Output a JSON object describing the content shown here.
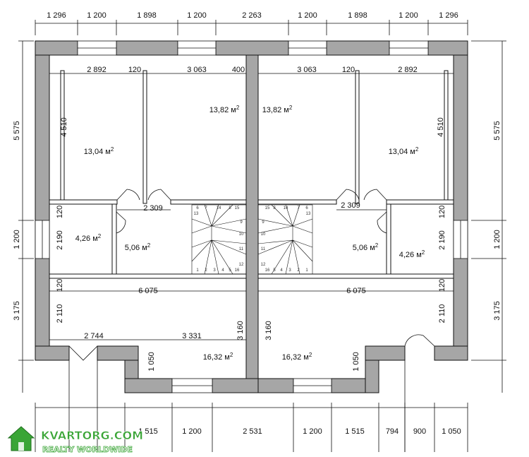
{
  "colors": {
    "wall": "#a6a6a6",
    "line": "#111111",
    "watermark": "#3aa536"
  },
  "top_dims": [
    "1 296",
    "1 200",
    "1 898",
    "1 200",
    "2 263",
    "1 200",
    "1 898",
    "1 200",
    "1 296"
  ],
  "bottom_dims": [
    "1 515",
    "1 200",
    "2 531",
    "1 200",
    "1 515",
    "794",
    "900",
    "1 050"
  ],
  "left_dims": [
    "5 575",
    "1 200",
    "3 175"
  ],
  "right_dims": [
    "5 575",
    "1 200",
    "3 175"
  ],
  "inner_dims": {
    "room_top": [
      "2 892",
      "120",
      "3 063",
      "400",
      "3 063",
      "120",
      "2 892"
    ],
    "height_left": "4 510",
    "height_right": "4 510",
    "hall_left": "2 309",
    "hall_right": "2 309",
    "small_left_top": "120",
    "small_left": "2 190",
    "small_right_top": "120",
    "small_right": "2 190",
    "mid_left_top": "120",
    "mid_left_width": "6 075",
    "mid_right_top": "120",
    "mid_right_width": "6 075",
    "bot_left_height": "2 110",
    "bot_right_height": "2 110",
    "bot_left_w1": "2 744",
    "bot_left_w2": "3 331",
    "bot_left_h2": "3 160",
    "bot_right_h2": "3 160",
    "bot_left_h3": "1 050",
    "bot_right_h3": "1 050"
  },
  "areas": {
    "a1": "13,04 м",
    "a2": "13,82 м",
    "a3": "13,82 м",
    "a4": "13,04 м",
    "a5": "4,26 м",
    "a6": "5,06 м",
    "a7": "5,06 м",
    "a8": "4,26 м",
    "a9": "16,32 м",
    "a10": "16,32 м",
    "sq": "2"
  },
  "stairs_left": [
    "1",
    "2",
    "3",
    "4",
    "5",
    "6",
    "7",
    "8",
    "9",
    "10",
    "11",
    "12",
    "13",
    "14",
    "15",
    "16"
  ],
  "stairs_right": [
    "1",
    "2",
    "3",
    "4",
    "5",
    "6",
    "7",
    "8",
    "9",
    "10",
    "11",
    "12",
    "13",
    "14",
    "15",
    "16"
  ],
  "watermark": {
    "name": "KVARTORG.COM",
    "tagline": "REALTY WORLDWIDE"
  }
}
